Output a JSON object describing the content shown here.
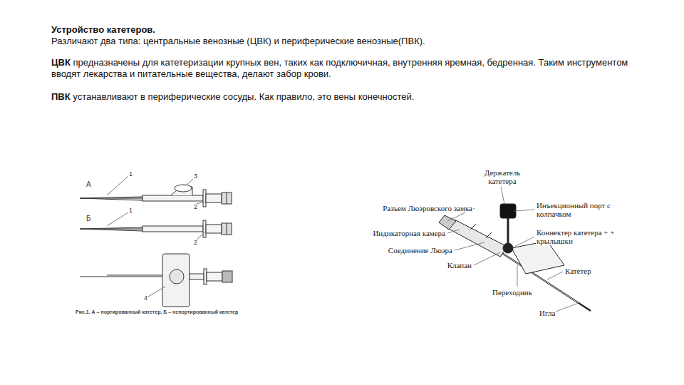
{
  "diagram": {
    "title": "Устройство катетеров.",
    "caption": "Рис.1. А – портированный катетер, Б – непортированный катетер",
    "labels": [
      "Различают два типа: центральные венозные (ЦВК) и периферические венозные(ПВК).",
      "ЦВК",
      "предназначены для катетеризации крупных вен, таких как подключичная, внутренняя яремная, бедренная. Таким инструментом вводят лекарства и питательные вещества, делают забор крови.",
      "ПВК",
      "устанавливают в периферические сосуды. Как правило, это вены конечностей.",
      "А",
      "1",
      "3",
      "2",
      "Б",
      "1",
      "2",
      "4",
      "Держатель катетера",
      "Разъем Люэровского замка",
      "Инъекционный порт с колпачком",
      "Индикаторная камера",
      "Коннектер катетера + + крылышки",
      "Соединение Люэра",
      "Клапан",
      "Катетер",
      "Переходник",
      "Игла"
    ]
  }
}
